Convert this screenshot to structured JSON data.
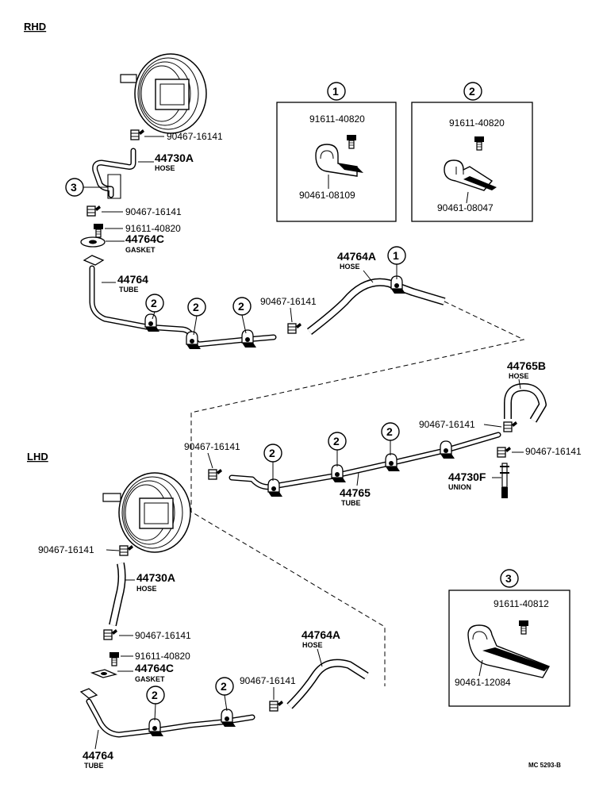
{
  "sections": {
    "rhd": "RHD",
    "lhd": "LHD"
  },
  "callouts": [
    "1",
    "2",
    "3"
  ],
  "parts": {
    "p90467": "90467-16141",
    "p91611_40820": "91611-40820",
    "p91611_40812": "91611-40812",
    "p90461_08109": "90461-08109",
    "p90461_08047": "90461-08047",
    "p90461_12084": "90461-12084",
    "p44730A": "44730A",
    "p44764C": "44764C",
    "p44764": "44764",
    "p44764A": "44764A",
    "p44765B": "44765B",
    "p44765": "44765",
    "p44730F": "44730F"
  },
  "descriptions": {
    "hose": "HOSE",
    "gasket": "GASKET",
    "tube": "TUBE",
    "union": "UNION"
  },
  "footer": {
    "code": "MC 5293-B"
  }
}
